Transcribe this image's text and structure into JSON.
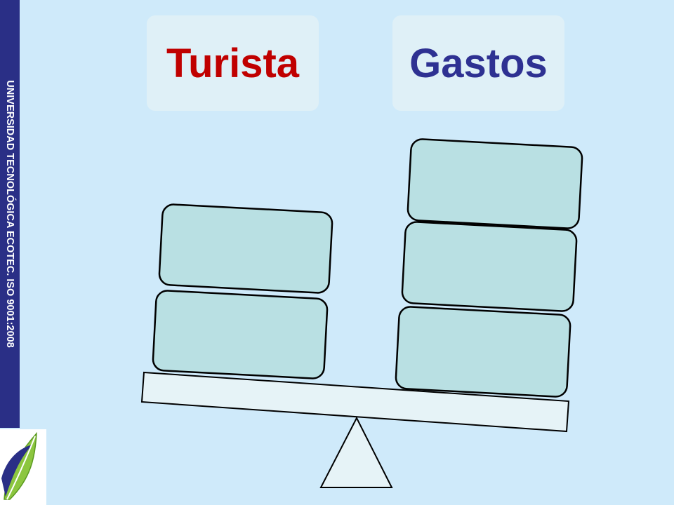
{
  "sidebar": {
    "text": "UNIVERSIDAD TECNOLÓGICA ECOTEC. ISO 9001:2008",
    "color": "#2a2f86"
  },
  "labels": {
    "left": {
      "text": "Turista",
      "color": "#c00000"
    },
    "right": {
      "text": "Gastos",
      "color": "#2e3192"
    }
  },
  "colors": {
    "background": "#cfeafa",
    "label_box": "#dff0f7",
    "weight_fill": "#b9e0e3",
    "beam_fill": "#e6f3f7",
    "outline": "#000000"
  },
  "logo": {
    "icon": "leaf-logo-icon"
  },
  "scale": {
    "left_blocks": 2,
    "right_blocks": 3
  }
}
